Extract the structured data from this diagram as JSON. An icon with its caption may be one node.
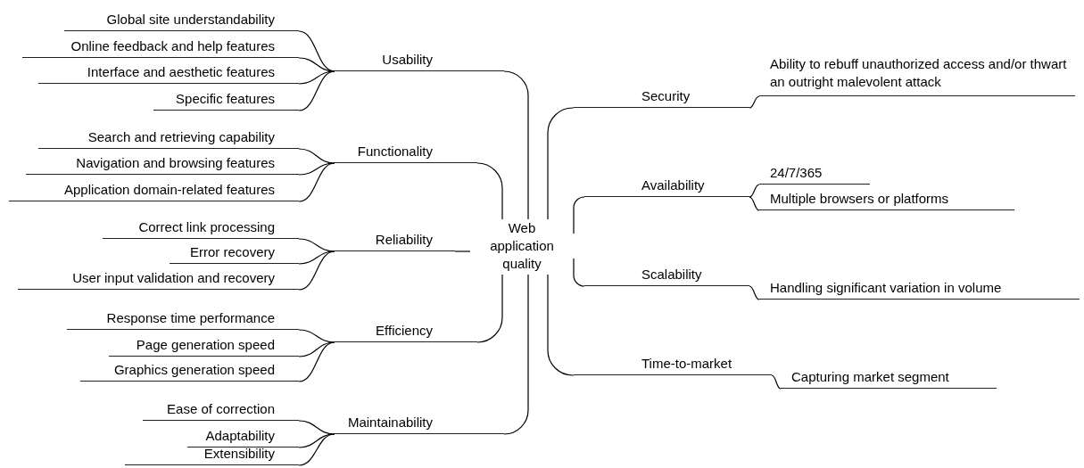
{
  "diagram": {
    "nodes": [
      {
        "text": [
          "Web application quality"
        ]
      },
      {
        "text": [
          "Usability"
        ]
      },
      {
        "text": [
          "Global site understandability"
        ]
      },
      {
        "text": [
          "Online feedback and help features"
        ]
      },
      {
        "text": [
          "Interface and aesthetic features"
        ]
      },
      {
        "text": [
          "Specific features"
        ]
      },
      {
        "text": [
          "Functionality"
        ]
      },
      {
        "text": [
          "Search and retrieving capability"
        ]
      },
      {
        "text": [
          "Navigation and browsing features"
        ]
      },
      {
        "text": [
          "Application domain-related features"
        ]
      },
      {
        "text": [
          "Reliability"
        ]
      },
      {
        "text": [
          "Correct link processing"
        ]
      },
      {
        "text": [
          "Error recovery"
        ]
      },
      {
        "text": [
          "User input validation and recovery"
        ]
      },
      {
        "text": [
          "Efficiency"
        ]
      },
      {
        "text": [
          "Response time performance"
        ]
      },
      {
        "text": [
          "Page generation speed"
        ]
      },
      {
        "text": [
          "Graphics generation speed"
        ]
      },
      {
        "text": [
          "Maintainability"
        ]
      },
      {
        "text": [
          "Ease of correction"
        ]
      },
      {
        "text": [
          "Adaptability"
        ]
      },
      {
        "text": [
          "Extensibility"
        ]
      },
      {
        "text": [
          "Security"
        ]
      },
      {
        "text": [
          "Ability to rebuff unauthorized access and/or thwart an outright malevolent attack"
        ]
      },
      {
        "text": [
          "Availability"
        ]
      },
      {
        "text": [
          "24/7/365"
        ]
      },
      {
        "text": [
          "Multiple browsers or platforms"
        ]
      },
      {
        "text": [
          "Scalability"
        ]
      },
      {
        "text": [
          "Handling significant variation in volume"
        ]
      },
      {
        "text": [
          "Time-to-market"
        ]
      },
      {
        "text": [
          "Capturing market segment"
        ]
      }
    ],
    "edges": [
      {
        "from": 0,
        "to": 1,
        "arrow": "none"
      },
      {
        "from": 1,
        "to": 2,
        "arrow": "none"
      },
      {
        "from": 1,
        "to": 3,
        "arrow": "none"
      },
      {
        "from": 1,
        "to": 4,
        "arrow": "none"
      },
      {
        "from": 1,
        "to": 5,
        "arrow": "none"
      },
      {
        "from": 0,
        "to": 6,
        "arrow": "none"
      },
      {
        "from": 6,
        "to": 7,
        "arrow": "none"
      },
      {
        "from": 6,
        "to": 8,
        "arrow": "none"
      },
      {
        "from": 6,
        "to": 9,
        "arrow": "none"
      },
      {
        "from": 0,
        "to": 10,
        "arrow": "none"
      },
      {
        "from": 10,
        "to": 11,
        "arrow": "none"
      },
      {
        "from": 10,
        "to": 12,
        "arrow": "none"
      },
      {
        "from": 10,
        "to": 13,
        "arrow": "none"
      },
      {
        "from": 0,
        "to": 14,
        "arrow": "none"
      },
      {
        "from": 14,
        "to": 15,
        "arrow": "none"
      },
      {
        "from": 14,
        "to": 16,
        "arrow": "none"
      },
      {
        "from": 14,
        "to": 17,
        "arrow": "none"
      },
      {
        "from": 0,
        "to": 18,
        "arrow": "none"
      },
      {
        "from": 18,
        "to": 19,
        "arrow": "none"
      },
      {
        "from": 18,
        "to": 20,
        "arrow": "none"
      },
      {
        "from": 18,
        "to": 21,
        "arrow": "none"
      },
      {
        "from": 0,
        "to": 22,
        "arrow": "none"
      },
      {
        "from": 22,
        "to": 23,
        "arrow": "none"
      },
      {
        "from": 0,
        "to": 24,
        "arrow": "none"
      },
      {
        "from": 24,
        "to": 25,
        "arrow": "none"
      },
      {
        "from": 24,
        "to": 26,
        "arrow": "none"
      },
      {
        "from": 0,
        "to": 27,
        "arrow": "none"
      },
      {
        "from": 27,
        "to": 28,
        "arrow": "none"
      },
      {
        "from": 0,
        "to": 29,
        "arrow": "none"
      },
      {
        "from": 29,
        "to": 30,
        "arrow": "none"
      }
    ]
  }
}
